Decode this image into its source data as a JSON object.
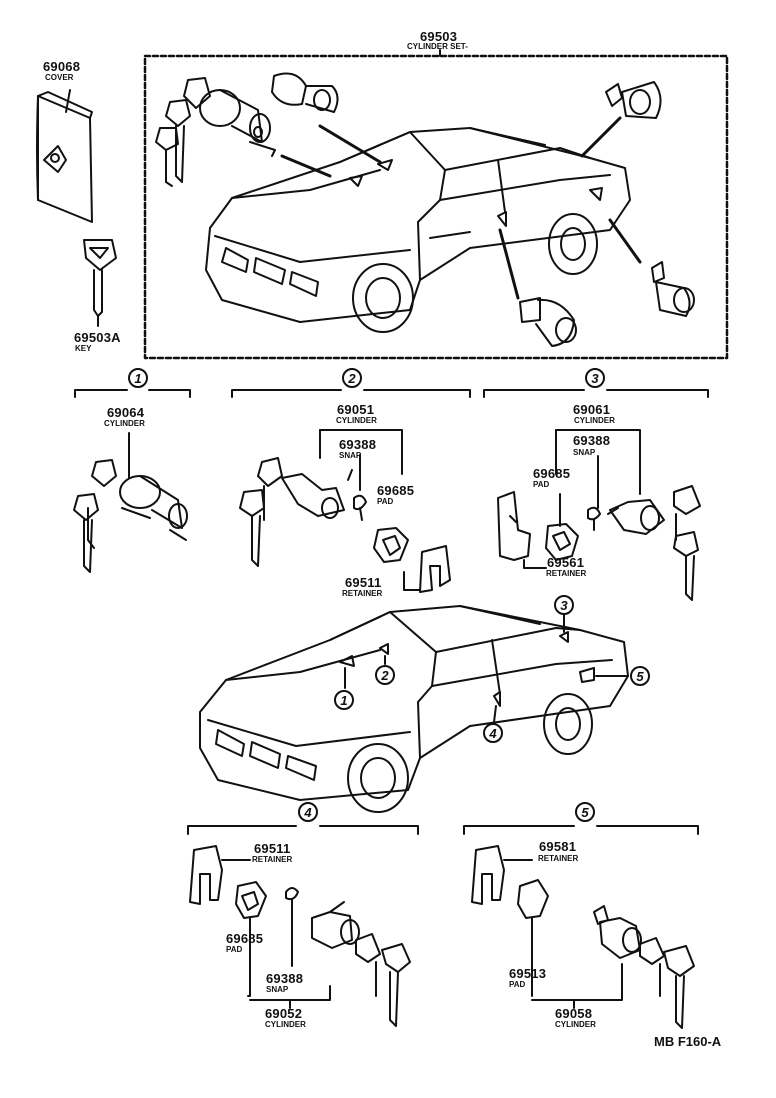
{
  "top_group": {
    "part_no": "69503",
    "desc": "CYLINDER SET-"
  },
  "cover": {
    "part_no": "69068",
    "desc": "COVER"
  },
  "key": {
    "part_no": "69503A",
    "desc": "KEY"
  },
  "sections": [
    {
      "num": "1",
      "parts": [
        {
          "part_no": "69064",
          "desc": "CYLINDER"
        }
      ]
    },
    {
      "num": "2",
      "parts": [
        {
          "part_no": "69051",
          "desc": "CYLINDER"
        },
        {
          "part_no": "69388",
          "desc": "SNAP"
        },
        {
          "part_no": "69685",
          "desc": "PAD"
        },
        {
          "part_no": "69511",
          "desc": "RETAINER"
        }
      ]
    },
    {
      "num": "3",
      "parts": [
        {
          "part_no": "69061",
          "desc": "CYLINDER"
        },
        {
          "part_no": "69388",
          "desc": "SNAP"
        },
        {
          "part_no": "69685",
          "desc": "PAD"
        },
        {
          "part_no": "69561",
          "desc": "RETAINER"
        }
      ]
    },
    {
      "num": "4",
      "parts": [
        {
          "part_no": "69511",
          "desc": "RETAINER"
        },
        {
          "part_no": "69685",
          "desc": "PAD"
        },
        {
          "part_no": "69388",
          "desc": "SNAP"
        },
        {
          "part_no": "69052",
          "desc": "CYLINDER"
        }
      ]
    },
    {
      "num": "5",
      "parts": [
        {
          "part_no": "69581",
          "desc": "RETAINER"
        },
        {
          "part_no": "69513",
          "desc": "PAD"
        },
        {
          "part_no": "69058",
          "desc": "CYLINDER"
        }
      ]
    }
  ],
  "car_callouts": [
    "1",
    "2",
    "3",
    "4",
    "5"
  ],
  "figure_code": "MB F160-A"
}
